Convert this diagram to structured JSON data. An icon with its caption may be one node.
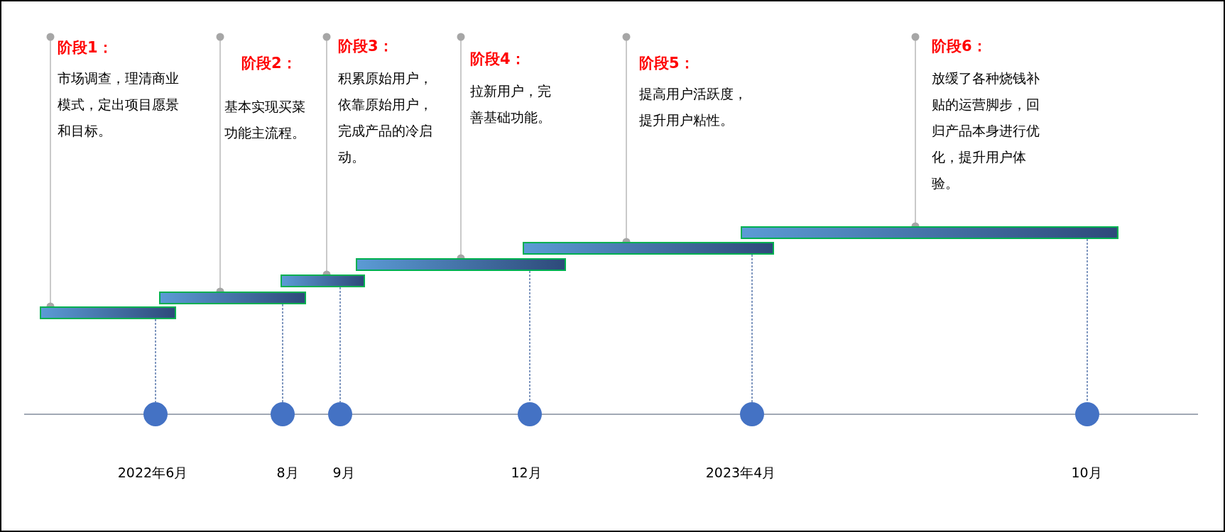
{
  "diagram": {
    "nodes": [
      {
        "text": [
          "阶段1：",
          "市场调查，理清商业模式，定出项目愿景和目标。"
        ]
      },
      {
        "text": [
          "阶段2：",
          "基本实现买菜功能主流程。"
        ]
      },
      {
        "text": [
          "阶段3：",
          "积累原始用户，依靠原始用户，完成产品的冷启动。"
        ]
      },
      {
        "text": [
          "阶段4：",
          "拉新用户，完善基础功能。"
        ]
      },
      {
        "text": [
          "阶段5：",
          "提高用户活跃度，提升用户粘性。"
        ]
      },
      {
        "text": [
          "阶段6：",
          "放缓了各种烧钱补贴的运营脚步，回归产品本身进行优化，提升用户体验。"
        ]
      },
      {
        "text": [],
        "shape": "bar"
      },
      {
        "text": [],
        "shape": "bar"
      },
      {
        "text": [],
        "shape": "bar"
      },
      {
        "text": [],
        "shape": "bar"
      },
      {
        "text": [],
        "shape": "bar"
      },
      {
        "text": [],
        "shape": "bar"
      },
      {
        "text": [],
        "shape": "circle",
        "beside": [
          "2022年6月"
        ]
      },
      {
        "text": [],
        "shape": "circle",
        "beside": [
          "8月"
        ]
      },
      {
        "text": [],
        "shape": "circle",
        "beside": [
          "9月"
        ]
      },
      {
        "text": [],
        "shape": "circle",
        "beside": [
          "12月"
        ]
      },
      {
        "text": [],
        "shape": "circle",
        "beside": [
          "2023年4月"
        ]
      },
      {
        "text": [],
        "shape": "circle",
        "beside": [
          "10月"
        ]
      }
    ],
    "edges": [
      {
        "from": 0,
        "to": 6,
        "arrow": "other",
        "color": "#a6a6a6"
      },
      {
        "from": 1,
        "to": 7,
        "arrow": "other",
        "color": "#a6a6a6"
      },
      {
        "from": 2,
        "to": 8,
        "arrow": "other",
        "color": "#a6a6a6"
      },
      {
        "from": 3,
        "to": 9,
        "arrow": "other",
        "color": "#a6a6a6"
      },
      {
        "from": 4,
        "to": 10,
        "arrow": "other",
        "color": "#a6a6a6"
      },
      {
        "from": 5,
        "to": 11,
        "arrow": "other",
        "color": "#a6a6a6"
      },
      {
        "from": 6,
        "to": 12,
        "arrow": "none",
        "style": "dashed",
        "color": "#2f5597"
      },
      {
        "from": 7,
        "to": 13,
        "arrow": "none",
        "style": "dashed",
        "color": "#2f5597"
      },
      {
        "from": 8,
        "to": 14,
        "arrow": "none",
        "style": "dashed",
        "color": "#2f5597"
      },
      {
        "from": 9,
        "to": 15,
        "arrow": "none",
        "style": "dashed",
        "color": "#2f5597"
      },
      {
        "from": 10,
        "to": 16,
        "arrow": "none",
        "style": "dashed",
        "color": "#2f5597"
      },
      {
        "from": 11,
        "to": 17,
        "arrow": "none",
        "style": "dashed",
        "color": "#2f5597"
      }
    ]
  }
}
